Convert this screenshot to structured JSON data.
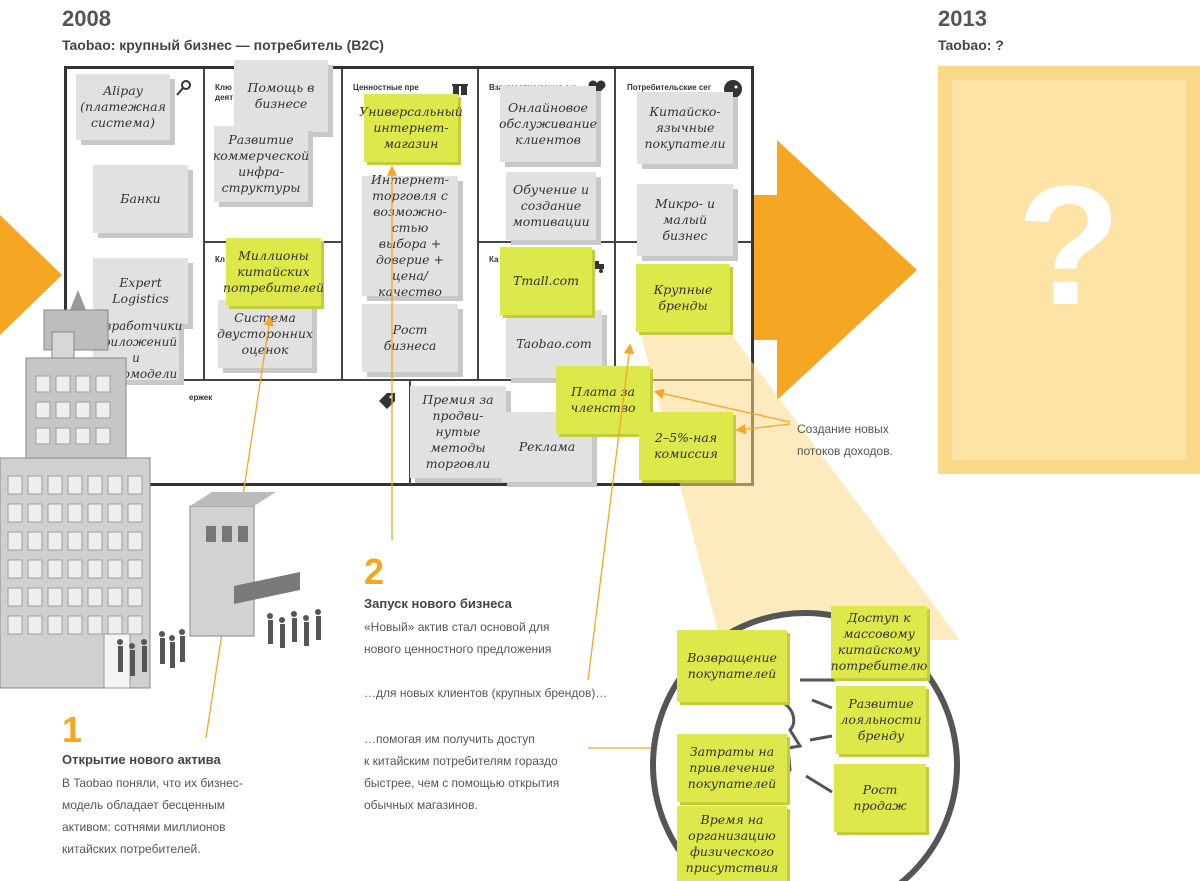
{
  "left": {
    "year": "2008",
    "title": "Taobao: крупный бизнес — потребитель (B2C)"
  },
  "right": {
    "year": "2013",
    "title": "Taobao: ?",
    "question_mark": "?"
  },
  "canvas": {
    "headers": {
      "key_activities": "Клю деят",
      "value_prop": "Ценностные пре",
      "relationships": "Взаимоотношения с к",
      "segments": "Потребительские сег",
      "key_resources": "Кл",
      "channels": "Ка",
      "costs": "ержек"
    },
    "notes": {
      "alipay": "Alipay (платежная система)",
      "banks": "Банки",
      "expert": "Expert Logistics",
      "developers": "Разработчики приложений и фотомодели",
      "help": "Помощь в бизнесе",
      "infra": "Развитие коммерческой инфра-структуры",
      "millions": "Миллионы китайских потребителей",
      "rating": "Система двусторонних оценок",
      "universal": "Универсальный интернет-магазин",
      "trade": "Интернет-торговля с возможно-стью выбора + доверие + цена/ качество",
      "growth": "Рост бизнеса",
      "online": "Онлайновое обслуживание клиентов",
      "training": "Обучение и создание мотивации",
      "tmall": "Tmall.com",
      "taobao": "Taobao.com",
      "chinese": "Китайско-язычные покупатели",
      "micro": "Микро- и малый бизнес",
      "brands": "Крупные бренды",
      "premium": "Премия за продви-нутые методы торговли",
      "ads": "Реклама",
      "membership": "Плата за членство",
      "commission": "2–5%-ная комиссия"
    }
  },
  "annotation_streams": "Создание новых потоков доходов.",
  "section1": {
    "number": "1",
    "heading": "Открытие нового актива",
    "lines": [
      "В Taobao поняли, что их бизнес-",
      "модель обладает бесценным",
      "активом: сотнями миллионов",
      "китайских потребителей."
    ]
  },
  "section2": {
    "number": "2",
    "heading": "Запуск нового бизнеса",
    "para1": [
      "«Новый» актив стал основой для",
      "нового ценностного предложения"
    ],
    "para2": [
      "…для новых клиентов (крупных брендов)…"
    ],
    "para3": [
      "…помогая им получить доступ",
      "к китайским потребителям гораздо",
      "быстрее, чем с помощью открытия",
      "обычных магазинов."
    ]
  },
  "circle_notes": {
    "returning": "Возвращение покупателей",
    "acq_cost": "Затраты на привлечение покупателей",
    "time": "Время на организацию физического присутствия",
    "access": "Доступ к массовому китайскому потребителю",
    "loyalty": "Развитие лояльности бренду",
    "sales": "Рост продаж"
  },
  "colors": {
    "orange": "#f5a623",
    "light_orange": "#fcd98a",
    "sticky_yellow": "#dde84a",
    "sticky_grey": "#e1e1e1"
  }
}
